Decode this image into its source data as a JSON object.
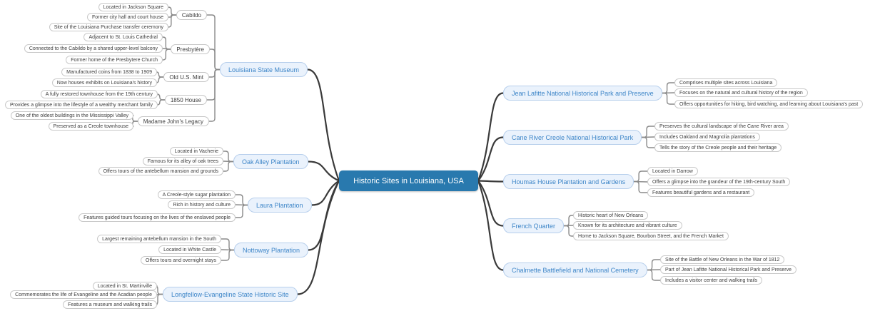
{
  "root": {
    "label": "Historic Sites in Louisiana, USA"
  },
  "theme": {
    "center_bg": "#2979ae",
    "center_text": "#ffffff",
    "topic_bg": "#eaf2fc",
    "topic_border": "#b7cfec",
    "topic_text": "#3e86c8",
    "leaf_bg": "#ffffff",
    "leaf_border": "#c9c9c9",
    "leaf_text": "#3d3d3d",
    "main_wire": "#3a3a3a",
    "sub_wire": "#8a8a8a"
  },
  "left": [
    {
      "label": "Louisiana State Museum",
      "children": [
        {
          "label": "Cabildo",
          "children": [
            {
              "label": "Located in Jackson Square"
            },
            {
              "label": "Former city hall and court house"
            },
            {
              "label": "Site of the Louisiana Purchase transfer ceremony"
            }
          ]
        },
        {
          "label": "Presbytère",
          "children": [
            {
              "label": "Adjacent to St. Louis Cathedral"
            },
            {
              "label": "Connected to the Cabildo by a shared upper-level balcony"
            },
            {
              "label": "Former home of the Presbytere Church"
            }
          ]
        },
        {
          "label": "Old U.S. Mint",
          "children": [
            {
              "label": "Manufactured coins from 1838 to 1909"
            },
            {
              "label": "Now houses exhibits on Louisiana's history"
            }
          ]
        },
        {
          "label": "1850 House",
          "children": [
            {
              "label": "A fully restored townhouse from the 19th century"
            },
            {
              "label": "Provides a glimpse into the lifestyle of a wealthy merchant family"
            }
          ]
        },
        {
          "label": "Madame John's Legacy",
          "children": [
            {
              "label": "One of the oldest buildings in the Mississippi Valley"
            },
            {
              "label": "Preserved as a Creole townhouse"
            }
          ]
        }
      ]
    },
    {
      "label": "Oak Alley Plantation",
      "children": [
        {
          "label": "Located in Vacherie"
        },
        {
          "label": "Famous for its alley of oak trees"
        },
        {
          "label": "Offers tours of the antebellum mansion and grounds"
        }
      ]
    },
    {
      "label": "Laura Plantation",
      "children": [
        {
          "label": "A Creole-style sugar plantation"
        },
        {
          "label": "Rich in history and culture"
        },
        {
          "label": "Features guided tours focusing on the lives of the enslaved people"
        }
      ]
    },
    {
      "label": "Nottoway Plantation",
      "children": [
        {
          "label": "Largest remaining antebellum mansion in the South"
        },
        {
          "label": "Located in White Castle"
        },
        {
          "label": "Offers tours and overnight stays"
        }
      ]
    },
    {
      "label": "Longfellow-Evangeline State Historic Site",
      "children": [
        {
          "label": "Located in St. Martinville"
        },
        {
          "label": "Commemorates the life of Evangeline and the Acadian people"
        },
        {
          "label": "Features a museum and walking trails"
        }
      ]
    }
  ],
  "right": [
    {
      "label": "Jean Lafitte National Historical Park and Preserve",
      "children": [
        {
          "label": "Comprises multiple sites across Louisiana"
        },
        {
          "label": "Focuses on the natural and cultural history of the region"
        },
        {
          "label": "Offers opportunities for hiking, bird watching, and learning about Louisiana's past"
        }
      ]
    },
    {
      "label": "Cane River Creole National Historical Park",
      "children": [
        {
          "label": "Preserves the cultural landscape of the Cane River area"
        },
        {
          "label": "Includes Oakland and Magnolia plantations"
        },
        {
          "label": "Tells the story of the Creole people and their heritage"
        }
      ]
    },
    {
      "label": "Houmas House Plantation and Gardens",
      "children": [
        {
          "label": "Located in Darrow"
        },
        {
          "label": "Offers a glimpse into the grandeur of the 19th-century South"
        },
        {
          "label": "Features beautiful gardens and a restaurant"
        }
      ]
    },
    {
      "label": "French Quarter",
      "children": [
        {
          "label": "Historic heart of New Orleans"
        },
        {
          "label": "Known for its architecture and vibrant culture"
        },
        {
          "label": "Home to Jackson Square, Bourbon Street, and the French Market"
        }
      ]
    },
    {
      "label": "Chalmette Battlefield and National Cemetery",
      "children": [
        {
          "label": "Site of the Battle of New Orleans in the War of 1812"
        },
        {
          "label": "Part of Jean Lafitte National Historical Park and Preserve"
        },
        {
          "label": "Includes a visitor center and walking trails"
        }
      ]
    }
  ]
}
